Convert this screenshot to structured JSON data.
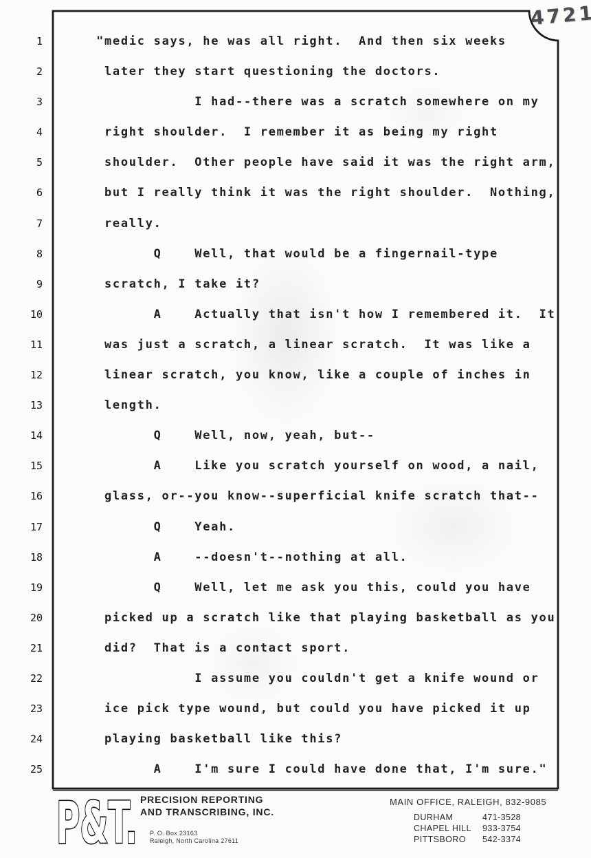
{
  "page": {
    "stamp_number": "4721",
    "lines": [
      {
        "num": "1",
        "text": "\"medic says, he was all right.  And then six weeks"
      },
      {
        "num": "2",
        "text": "later they start questioning the doctors."
      },
      {
        "num": "3",
        "text": "           I had--there was a scratch somewhere on my"
      },
      {
        "num": "4",
        "text": "right shoulder.  I remember it as being my right"
      },
      {
        "num": "5",
        "text": "shoulder.  Other people have said it was the right arm,"
      },
      {
        "num": "6",
        "text": "but I really think it was the right shoulder.  Nothing,"
      },
      {
        "num": "7",
        "text": "really."
      },
      {
        "num": "8",
        "text": "      Q    Well, that would be a fingernail-type"
      },
      {
        "num": "9",
        "text": "scratch, I take it?"
      },
      {
        "num": "10",
        "text": "      A    Actually that isn't how I remembered it.  It"
      },
      {
        "num": "11",
        "text": "was just a scratch, a linear scratch.  It was like a"
      },
      {
        "num": "12",
        "text": "linear scratch, you know, like a couple of inches in"
      },
      {
        "num": "13",
        "text": "length."
      },
      {
        "num": "14",
        "text": "      Q    Well, now, yeah, but--"
      },
      {
        "num": "15",
        "text": "      A    Like you scratch yourself on wood, a nail,"
      },
      {
        "num": "16",
        "text": "glass, or--you know--superficial knife scratch that--"
      },
      {
        "num": "17",
        "text": "      Q    Yeah."
      },
      {
        "num": "18",
        "text": "      A    --doesn't--nothing at all."
      },
      {
        "num": "19",
        "text": "      Q    Well, let me ask you this, could you have"
      },
      {
        "num": "20",
        "text": "picked up a scratch like that playing basketball as you"
      },
      {
        "num": "21",
        "text": "did?  That is a contact sport."
      },
      {
        "num": "22",
        "text": "           I assume you couldn't get a knife wound or"
      },
      {
        "num": "23",
        "text": "ice pick type wound, but could you have picked it up"
      },
      {
        "num": "24",
        "text": "playing basketball like this?"
      },
      {
        "num": "25",
        "text": "      A    I'm sure I could have done that, I'm sure.\""
      }
    ]
  },
  "footer": {
    "logo_text": "P&T.",
    "company_line1": "PRECISION REPORTING",
    "company_line2": "AND TRANSCRIBING, INC.",
    "address_line1": "P. O. Box 23163",
    "address_line2": "Raleigh, North Carolina  27611",
    "main_office": "MAIN OFFICE, RALEIGH, 832-9085",
    "offices": [
      {
        "city": "DURHAM",
        "phone": "471-3528"
      },
      {
        "city": "CHAPEL HILL",
        "phone": "933-3754"
      },
      {
        "city": "PITTSBORO",
        "phone": "542-3374"
      }
    ]
  }
}
